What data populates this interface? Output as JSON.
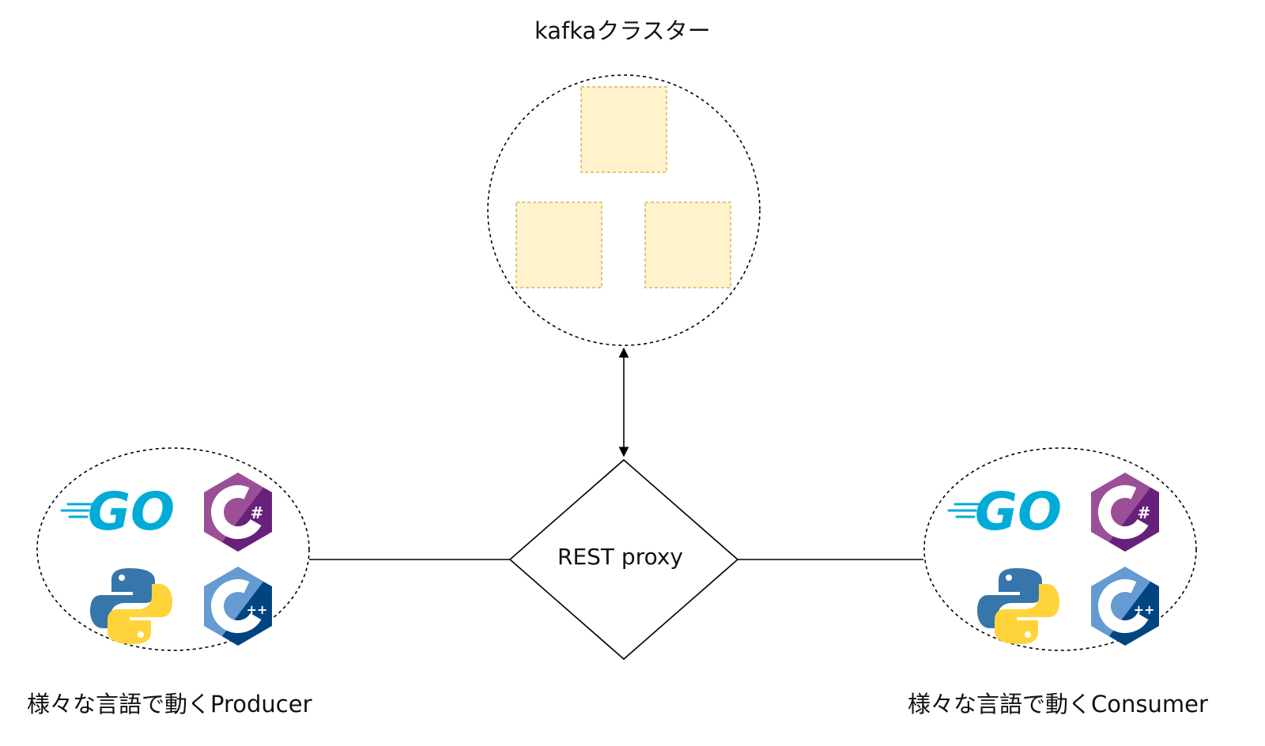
{
  "diagram": {
    "cluster_label": "kafkaクラスター",
    "proxy_label": "REST proxy",
    "producer_label": "様々な言語で動くProducer",
    "consumer_label": "様々な言語で動くConsumer",
    "broker_count": 3,
    "language_icons": [
      "go-icon",
      "csharp-icon",
      "python-icon",
      "cpp-icon"
    ],
    "go_logo_text": "GO",
    "csharp_logo_mark": "#",
    "cpp_logo_mark": "++",
    "colors": {
      "broker_fill": "#fff2cc",
      "broker_stroke": "#d6b656",
      "go": "#00acd7",
      "csharp_light": "#9b4f96",
      "csharp_dark": "#68217a",
      "python_blue": "#3776ab",
      "python_yellow": "#ffd43b",
      "cpp_light": "#659ad2",
      "cpp_dark": "#004482"
    }
  }
}
